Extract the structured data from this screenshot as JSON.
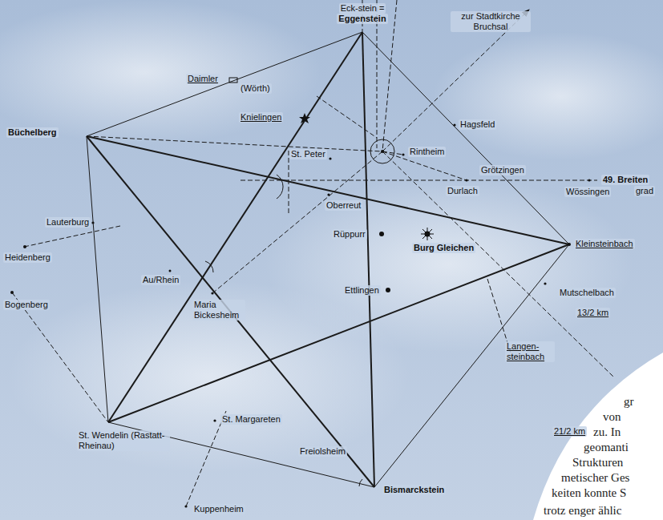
{
  "diagram": {
    "labels": [
      "Eck-stein =",
      "Eggenstein",
      "zur Stadtkirche Bruchsal",
      "Daimler",
      "(Wörth)",
      "Büchelberg",
      "Knielingen",
      "Hagsfeld",
      "St. Peter",
      "Rintheim",
      "Grötzingen",
      "Durlach",
      "49. Breiten",
      "grad",
      "Wössingen",
      "Oberreut",
      "Lauterburg",
      "Heidenberg",
      "Rüppurr",
      "Burg Gleichen",
      "Kleinsteinbach",
      "Au/Rhein",
      "Bogenberg",
      "Maria Bickesheim",
      "Ettlingen",
      "Mutschelbach",
      "13/2 km",
      "Langen- steinbach",
      "21/2 km",
      "St. Wendelin (Rastatt-Rheinau)",
      "St. Margareten",
      "Freiolsheim",
      "Bismarckstein",
      "Kuppenheim",
      "gr",
      "von",
      "zu. In",
      "geomanti",
      "Strukturen",
      "metischer Ges",
      "keiten konnte S",
      "trotz enger ählic"
    ]
  }
}
